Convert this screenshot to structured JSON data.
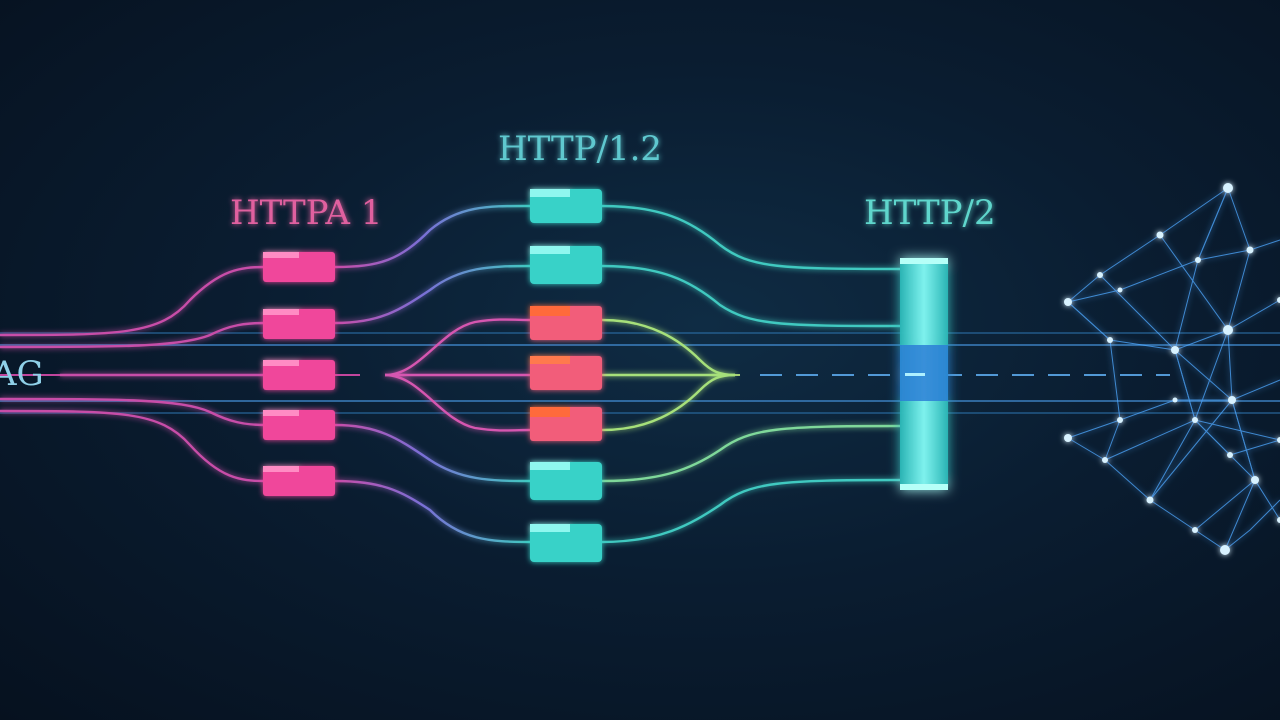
{
  "labels": {
    "left_partial": "AG",
    "http1": "HTTPA 1",
    "http12": "HTTP/1.2",
    "http2": "HTTP/2"
  },
  "colors": {
    "background": "#081827",
    "pink": "#f0479b",
    "pink_line": "#c84da8",
    "teal": "#38d2c8",
    "teal_line": "#40c9c0",
    "orange": "#ff6a3a",
    "green_line": "#a6e07a",
    "blue_line": "#5aa6e8",
    "mesh": "#5fc0ff"
  },
  "icons": {
    "mesh": "neural-network-mesh-icon"
  }
}
